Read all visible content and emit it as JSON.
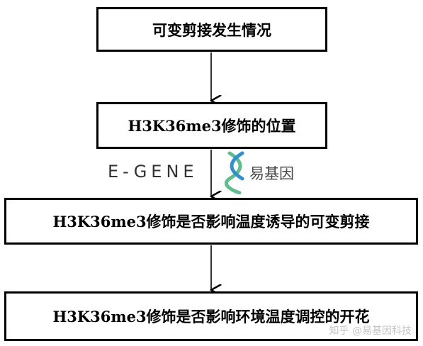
{
  "flow": {
    "step1": "可变剪接发生情况",
    "step2": "H3K36me3修饰的位置",
    "step3": "H3K36me3修饰是否影响温度诱导的可变剪接",
    "step4": "H3K36me3修饰是否影响环境温度调控的开花"
  },
  "overlay": {
    "logo_text": "E-GENE",
    "logo_cn": "易基因",
    "watermark": "知乎 @易基因科技"
  },
  "colors": {
    "box_border": "#000000",
    "arrow": "#000000",
    "logo_green": "#5cbf8a",
    "logo_blue": "#2f8fd1"
  }
}
